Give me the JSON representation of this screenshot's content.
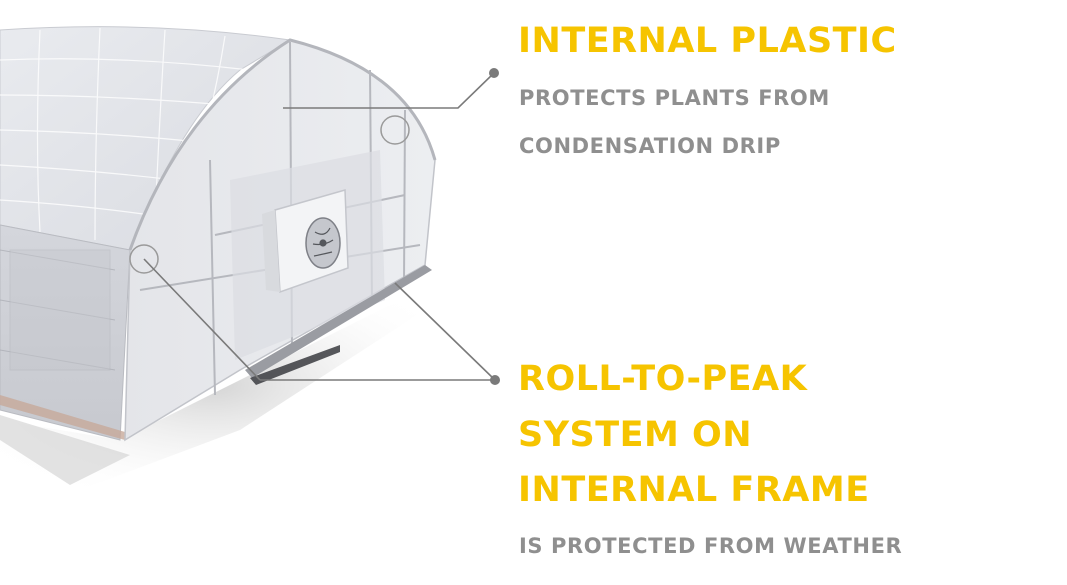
{
  "callouts": {
    "internal_plastic": {
      "heading": "INTERNAL PLASTIC",
      "description_line1": "PROTECTS PLANTS FROM",
      "description_line2": "CONDENSATION DRIP"
    },
    "roll_to_peak": {
      "heading_line1": "ROLL-TO-PEAK",
      "heading_line2": "SYSTEM ON",
      "heading_line3": "INTERNAL FRAME",
      "description": "IS PROTECTED FROM WEATHER"
    }
  },
  "colors": {
    "accent": "#f6c400",
    "subtext": "#8f8f8f",
    "leader_line": "#7a7a7a",
    "background": "#ffffff"
  }
}
